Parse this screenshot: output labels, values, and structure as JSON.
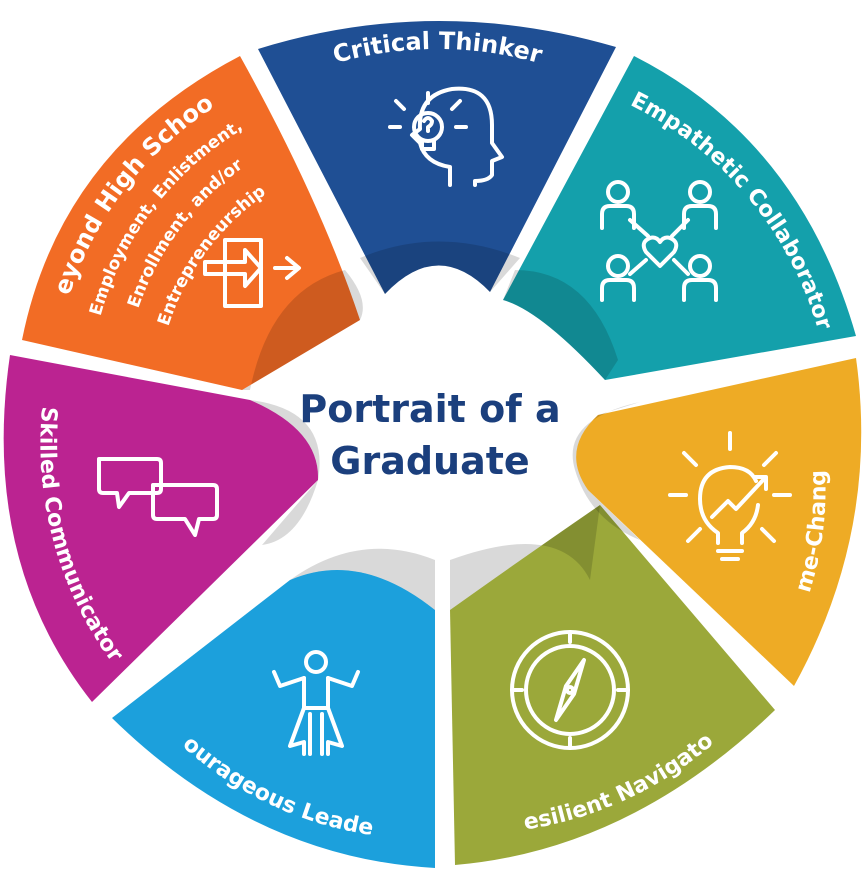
{
  "title": {
    "line1": "Portrait of a",
    "line2": "Graduate"
  },
  "colors": {
    "title": "#1b3f7d",
    "background": "#ffffff"
  },
  "segments": [
    {
      "label": "Critical Thinker",
      "color": "#1f4f94",
      "icon": "lightbulb-head-icon"
    },
    {
      "label": "Empathetic Collaborator",
      "color": "#14a0ab",
      "icon": "collaboration-heart-icon"
    },
    {
      "label": "Game-Changer",
      "color": "#eeab25",
      "icon": "lightbulb-growth-icon"
    },
    {
      "label": "Resilient Navigator",
      "color": "#9ba83a",
      "icon": "compass-icon"
    },
    {
      "label": "Courageous Leader",
      "color": "#1ca0dc",
      "icon": "leader-cape-icon"
    },
    {
      "label": "Skilled Communicator",
      "color": "#bb2391",
      "icon": "speech-bubbles-icon"
    },
    {
      "label": "Beyond High School",
      "color": "#f26c25",
      "icon": "exit-door-icon",
      "sub1": "Employment, Enlistment,",
      "sub2": "Enrollment, and/or",
      "sub3": "Entrepreneurship"
    }
  ]
}
